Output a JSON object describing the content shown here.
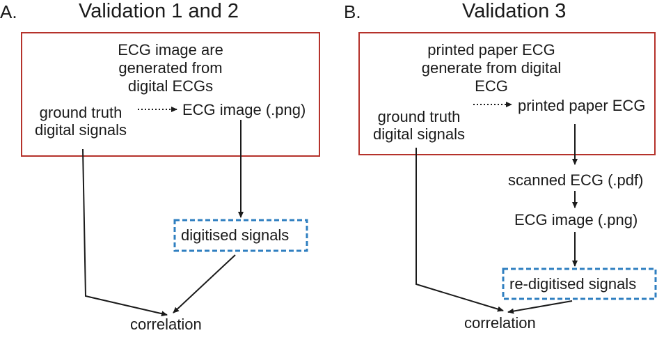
{
  "panel_a": {
    "letter": "A.",
    "title": "Validation 1 and 2",
    "box_caption": "ECG image are generated from digital ECGs",
    "ground_truth": "ground truth digital signals",
    "ecg_image": "ECG image (.png)",
    "digitised": "digitised signals",
    "correlation": "correlation"
  },
  "panel_b": {
    "letter": "B.",
    "title": "Validation 3",
    "box_caption": "printed paper ECG generate from digital ECG",
    "ground_truth": "ground truth digital signals",
    "printed": "printed paper ECG",
    "scanned": "scanned ECG (.pdf)",
    "ecg_image": "ECG image (.png)",
    "redigitised": "re-digitised signals",
    "correlation": "correlation"
  },
  "colors": {
    "box_border": "#b5322b",
    "output_border": "#2f7fc0",
    "arrow": "#1a1a1a",
    "text": "#1a1a1a"
  }
}
